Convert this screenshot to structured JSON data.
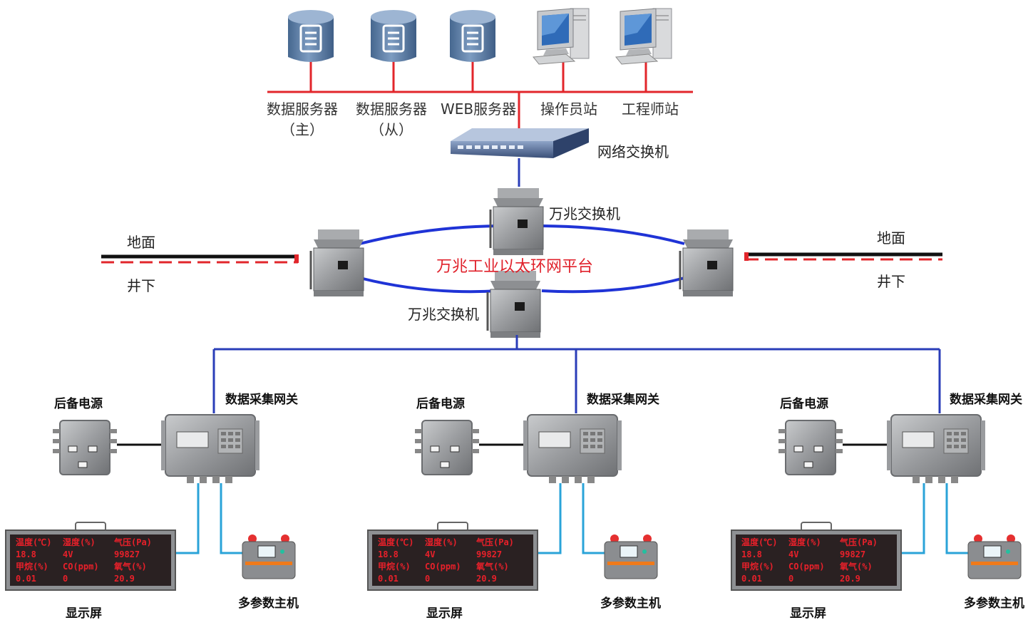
{
  "colors": {
    "lan_red": "#e2262b",
    "blue_link": "#2a3db8",
    "cyan_link": "#2aa3d8",
    "ring_blue": "#1f33d6",
    "ring_title": "#e0202a",
    "device_gray": "#8a8c8f",
    "server_blue": "#5f7fa6",
    "led_red": "#e8202a"
  },
  "top": {
    "servers": [
      {
        "line1": "数据服务器",
        "line2": "（主）",
        "icon": "database-server-icon"
      },
      {
        "line1": "数据服务器",
        "line2": "（从）",
        "icon": "database-server-icon"
      },
      {
        "line1": "WEB服务器",
        "line2": "",
        "icon": "database-server-icon"
      }
    ],
    "stations": [
      {
        "label": "操作员站",
        "icon": "computer-workstation-icon"
      },
      {
        "label": "工程师站",
        "icon": "computer-workstation-icon"
      }
    ],
    "network_switch": "网络交换机"
  },
  "ring": {
    "title": "万兆工业以太环网平台",
    "switch_top": "万兆交换机",
    "switch_bottom": "万兆交换机"
  },
  "boundary": {
    "left": {
      "above": "地面",
      "below": "井下"
    },
    "right": {
      "above": "地面",
      "below": "井下"
    }
  },
  "stations": [
    {
      "backup_power": "后备电源",
      "gateway": "数据采集网关",
      "display": "显示屏",
      "host": "多参数主机"
    },
    {
      "backup_power": "后备电源",
      "gateway": "数据采集网关",
      "display": "显示屏",
      "host": "多参数主机"
    },
    {
      "backup_power": "后备电源",
      "gateway": "数据采集网关",
      "display": "显示屏",
      "host": "多参数主机"
    }
  ],
  "led_screen": {
    "row1": [
      "温度(℃)",
      "湿度(%)",
      "气压(Pa)"
    ],
    "row2": [
      "18.8",
      "4V",
      "99827"
    ],
    "row3": [
      "甲烷(%)",
      "CO(ppm)",
      "氧气(%)"
    ],
    "row4": [
      "0.01",
      "0",
      "20.9"
    ]
  }
}
